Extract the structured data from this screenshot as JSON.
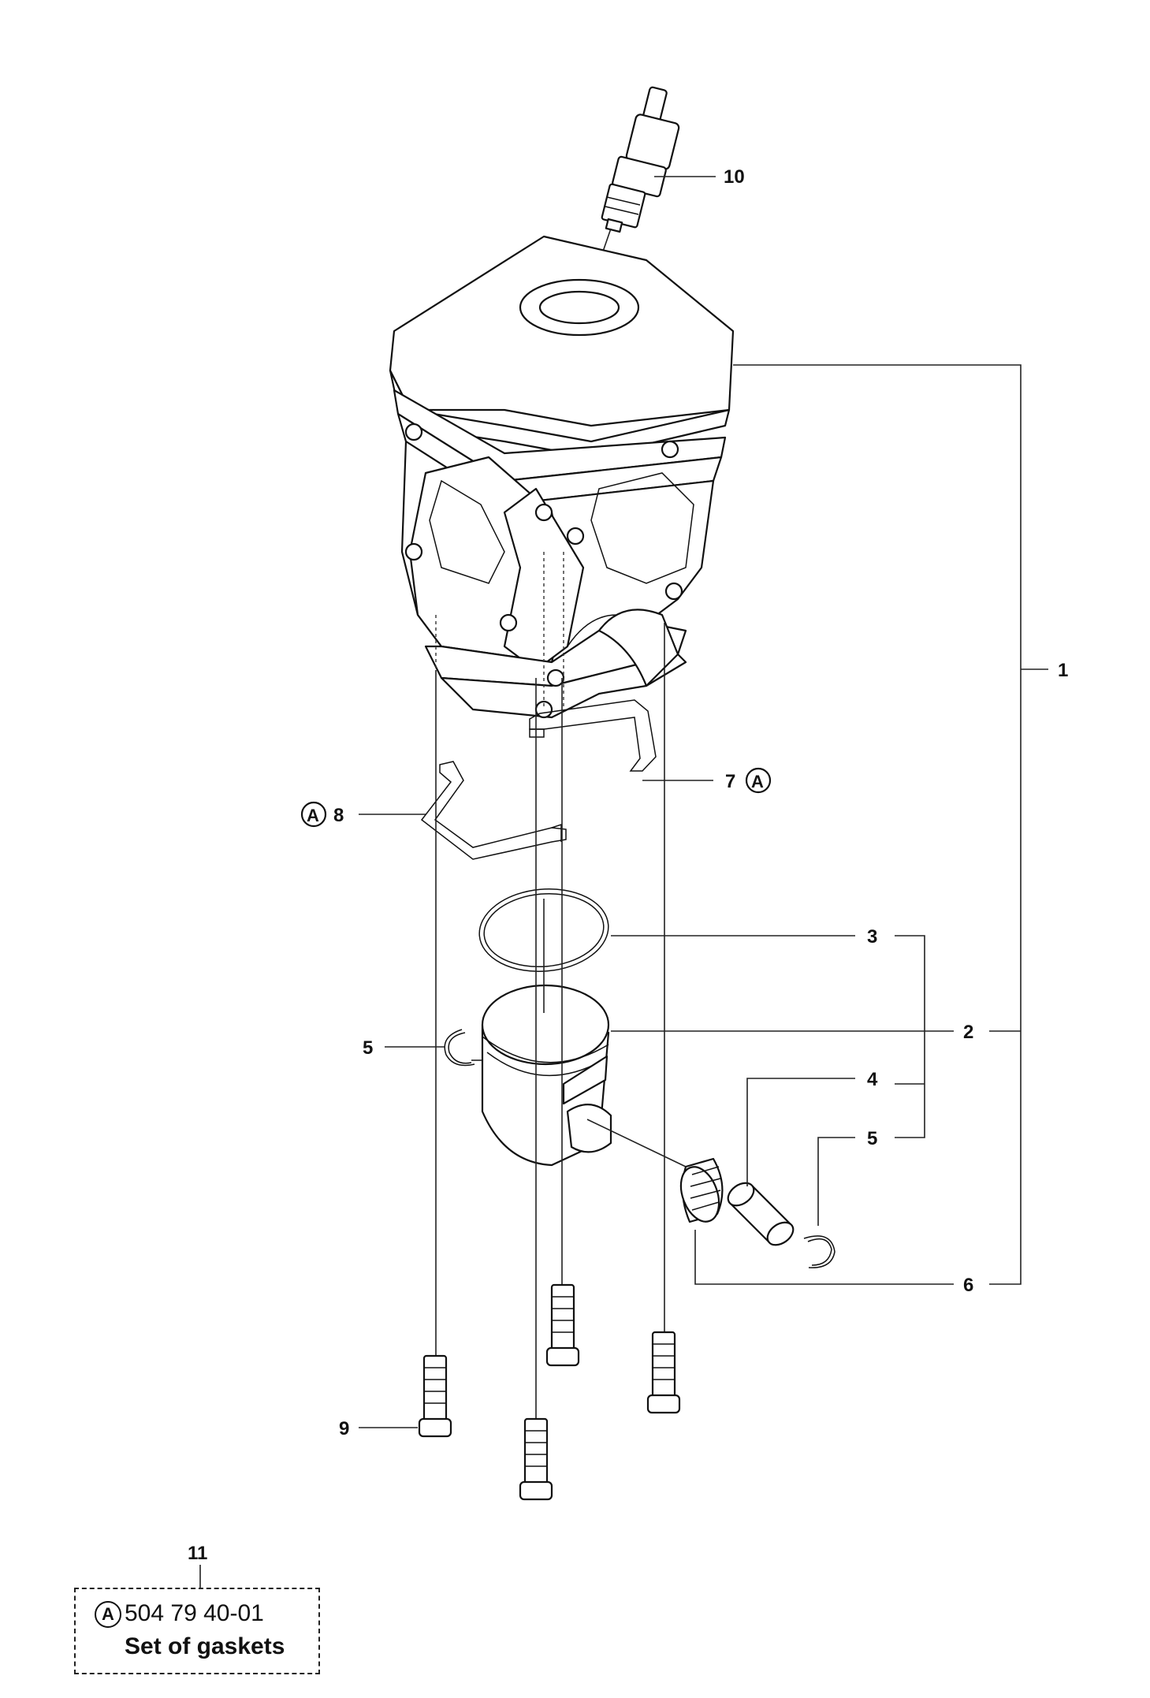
{
  "callouts": {
    "c1": "1",
    "c2": "2",
    "c3": "3",
    "c4": "4",
    "c5a": "5",
    "c5b": "5",
    "c6": "6",
    "c7": "7",
    "c8": "8",
    "c9": "9",
    "c10": "10",
    "c11": "11"
  },
  "gasket_marker": "A",
  "kit": {
    "marker": "A",
    "part_number": "504 79 40-01",
    "description": "Set of gaskets"
  },
  "colors": {
    "line": "#111111",
    "background": "#ffffff"
  }
}
